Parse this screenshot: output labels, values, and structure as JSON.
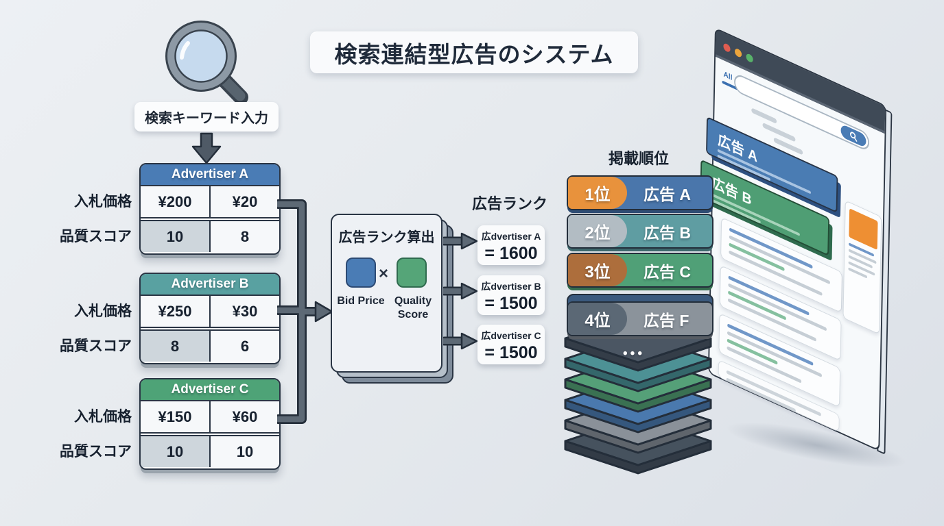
{
  "title": "検索連結型広告のシステム",
  "keyword_input_label": "検索キーワード入力",
  "row_labels": {
    "bid": "入札価格",
    "quality": "品質スコア"
  },
  "advertisers": [
    {
      "name": "Advertiser A",
      "header_color": "#4a7cb5",
      "bid": [
        "¥200",
        "¥20"
      ],
      "quality": [
        "10",
        "8"
      ]
    },
    {
      "name": "Advertiser B",
      "header_color": "#59a1a1",
      "bid": [
        "¥250",
        "¥30"
      ],
      "quality": [
        "8",
        "6"
      ]
    },
    {
      "name": "Advertiser C",
      "header_color": "#4ea377",
      "bid": [
        "¥150",
        "¥60"
      ],
      "quality": [
        "10",
        "10"
      ]
    }
  ],
  "calc_box": {
    "title": "広告ランク算出",
    "operator": "×",
    "factor1": "Bid Price",
    "factor2": "Quality Score"
  },
  "ad_rank": {
    "heading": "広告ランク",
    "results": [
      {
        "label": "広dvertiser A",
        "value": "= 1600"
      },
      {
        "label": "広dvertiser B",
        "value": "= 1500"
      },
      {
        "label": "広dvertiser C",
        "value": "= 1500"
      }
    ]
  },
  "ranking": {
    "heading": "掲載順位",
    "items": [
      {
        "rank": "1位",
        "ad": "広告 A",
        "bar_color": "#4a76ab",
        "badge_color": "#e8923c"
      },
      {
        "rank": "2位",
        "ad": "広告 B",
        "bar_color": "#5f9da2",
        "badge_color": "#b2bcc3"
      },
      {
        "rank": "3位",
        "ad": "広告 C",
        "bar_color": "#50a077",
        "badge_color": "#ad6e3c"
      },
      {
        "rank": "4位",
        "ad": "広告 F",
        "bar_color": "#8b939b",
        "badge_color": "#5b6875"
      }
    ],
    "more_indicator": "•••"
  },
  "browser": {
    "tab_label": "All",
    "ad_cards": [
      {
        "label": "広告 A",
        "color": "#4a7cb3"
      },
      {
        "label": "広告 B",
        "color": "#4f9e74"
      }
    ],
    "sidebar_ad_color": "#ee8f33"
  },
  "colors": {
    "background": "#e7ebef",
    "outline": "#2a3544",
    "connector": "#5d6975",
    "text_dark": "#1d2735"
  }
}
